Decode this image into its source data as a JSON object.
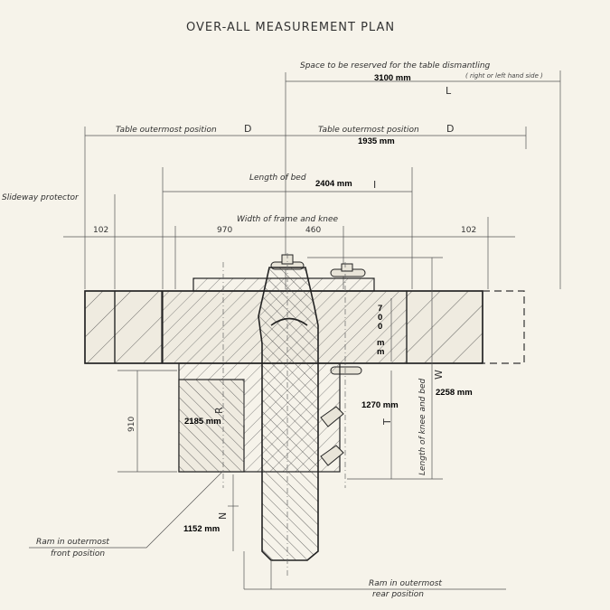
{
  "title": "OVER-ALL MEASUREMENT PLAN",
  "labels": {
    "space_reserved": "Space to be reserved for the table dismantling",
    "right_left": "( right or left hand side )",
    "table_left": "Table outermost position",
    "table_right": "Table outermost position",
    "length_of_bed": "Length of bed",
    "slideway": "Slideway protector",
    "width_frame": "Width of frame and knee",
    "length_knee_bed": "Length of knee and bed",
    "ram_front": "Ram in outermost",
    "ram_front_2": "front position",
    "ram_rear": "Ram in outermost",
    "ram_rear_2": "rear position"
  },
  "letters": {
    "L": "L",
    "D1": "D",
    "D2": "D",
    "l": "I",
    "T": "T",
    "W": "W",
    "R": "R",
    "N": "N"
  },
  "dims": {
    "d102_left": "102",
    "d102_right": "102",
    "d970": "970",
    "d460": "460",
    "d910": "910"
  },
  "measurements": {
    "m3100": "3100 mm",
    "m1935": "1935 mm",
    "m2404": "2404 mm",
    "m700_1": "7",
    "m700_2": "0",
    "m700_3": "0",
    "m700_4": "m",
    "m700_5": "m",
    "m1270": "1270 mm",
    "m2258": "2258 mm",
    "m2185": "2185 mm",
    "m1152": "1152 mm"
  }
}
